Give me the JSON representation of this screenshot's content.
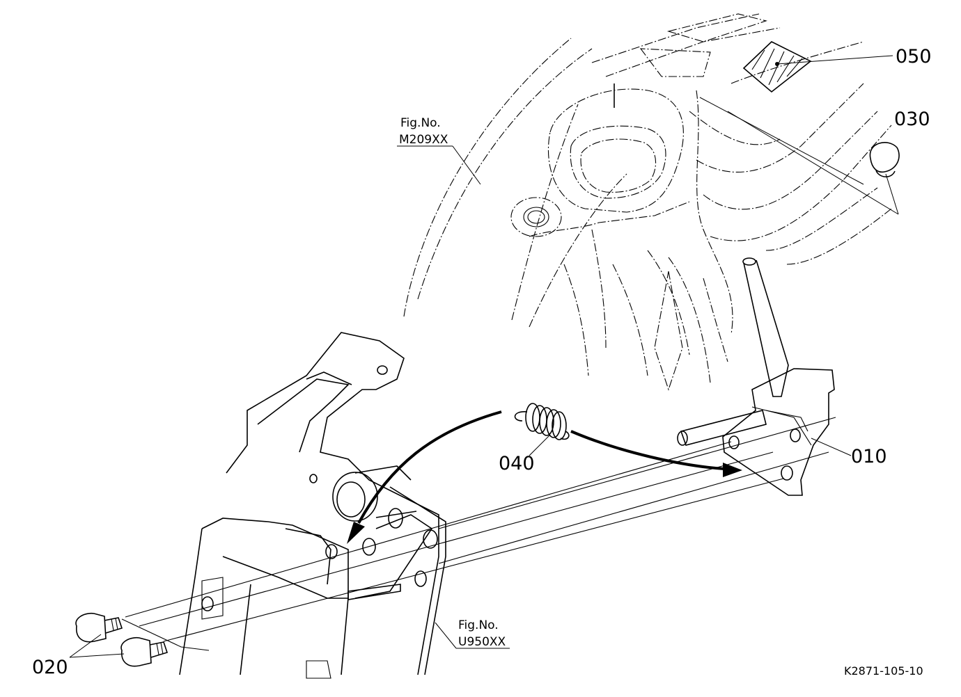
{
  "diagram": {
    "part_labels": {
      "p010": "010",
      "p020": "020",
      "p030": "030",
      "p040": "040",
      "p050": "050"
    },
    "fig_refs": {
      "fender": {
        "title": "Fig.No.",
        "number": "M209XX"
      },
      "frame": {
        "title": "Fig.No.",
        "number": "U950XX"
      }
    },
    "drawing_code": "K2871-105-10"
  }
}
